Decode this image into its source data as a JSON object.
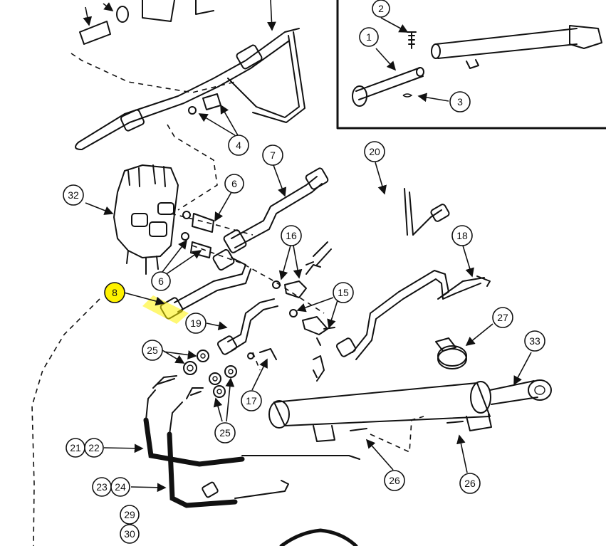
{
  "highlight_color": "#fff200",
  "callouts": {
    "c1": "1",
    "c2": "2",
    "c3": "3",
    "c4": "4",
    "c6a": "6",
    "c6b": "6",
    "c7": "7",
    "c8": "8",
    "c15": "15",
    "c16": "16",
    "c17": "17",
    "c18": "18",
    "c19": "19",
    "c20": "20",
    "c21": "21",
    "c22": "22",
    "c23": "23",
    "c24": "24",
    "c25a": "25",
    "c25b": "25",
    "c26a": "26",
    "c26b": "26",
    "c27": "27",
    "c29": "29",
    "c30": "30",
    "c32": "32",
    "c33": "33"
  }
}
